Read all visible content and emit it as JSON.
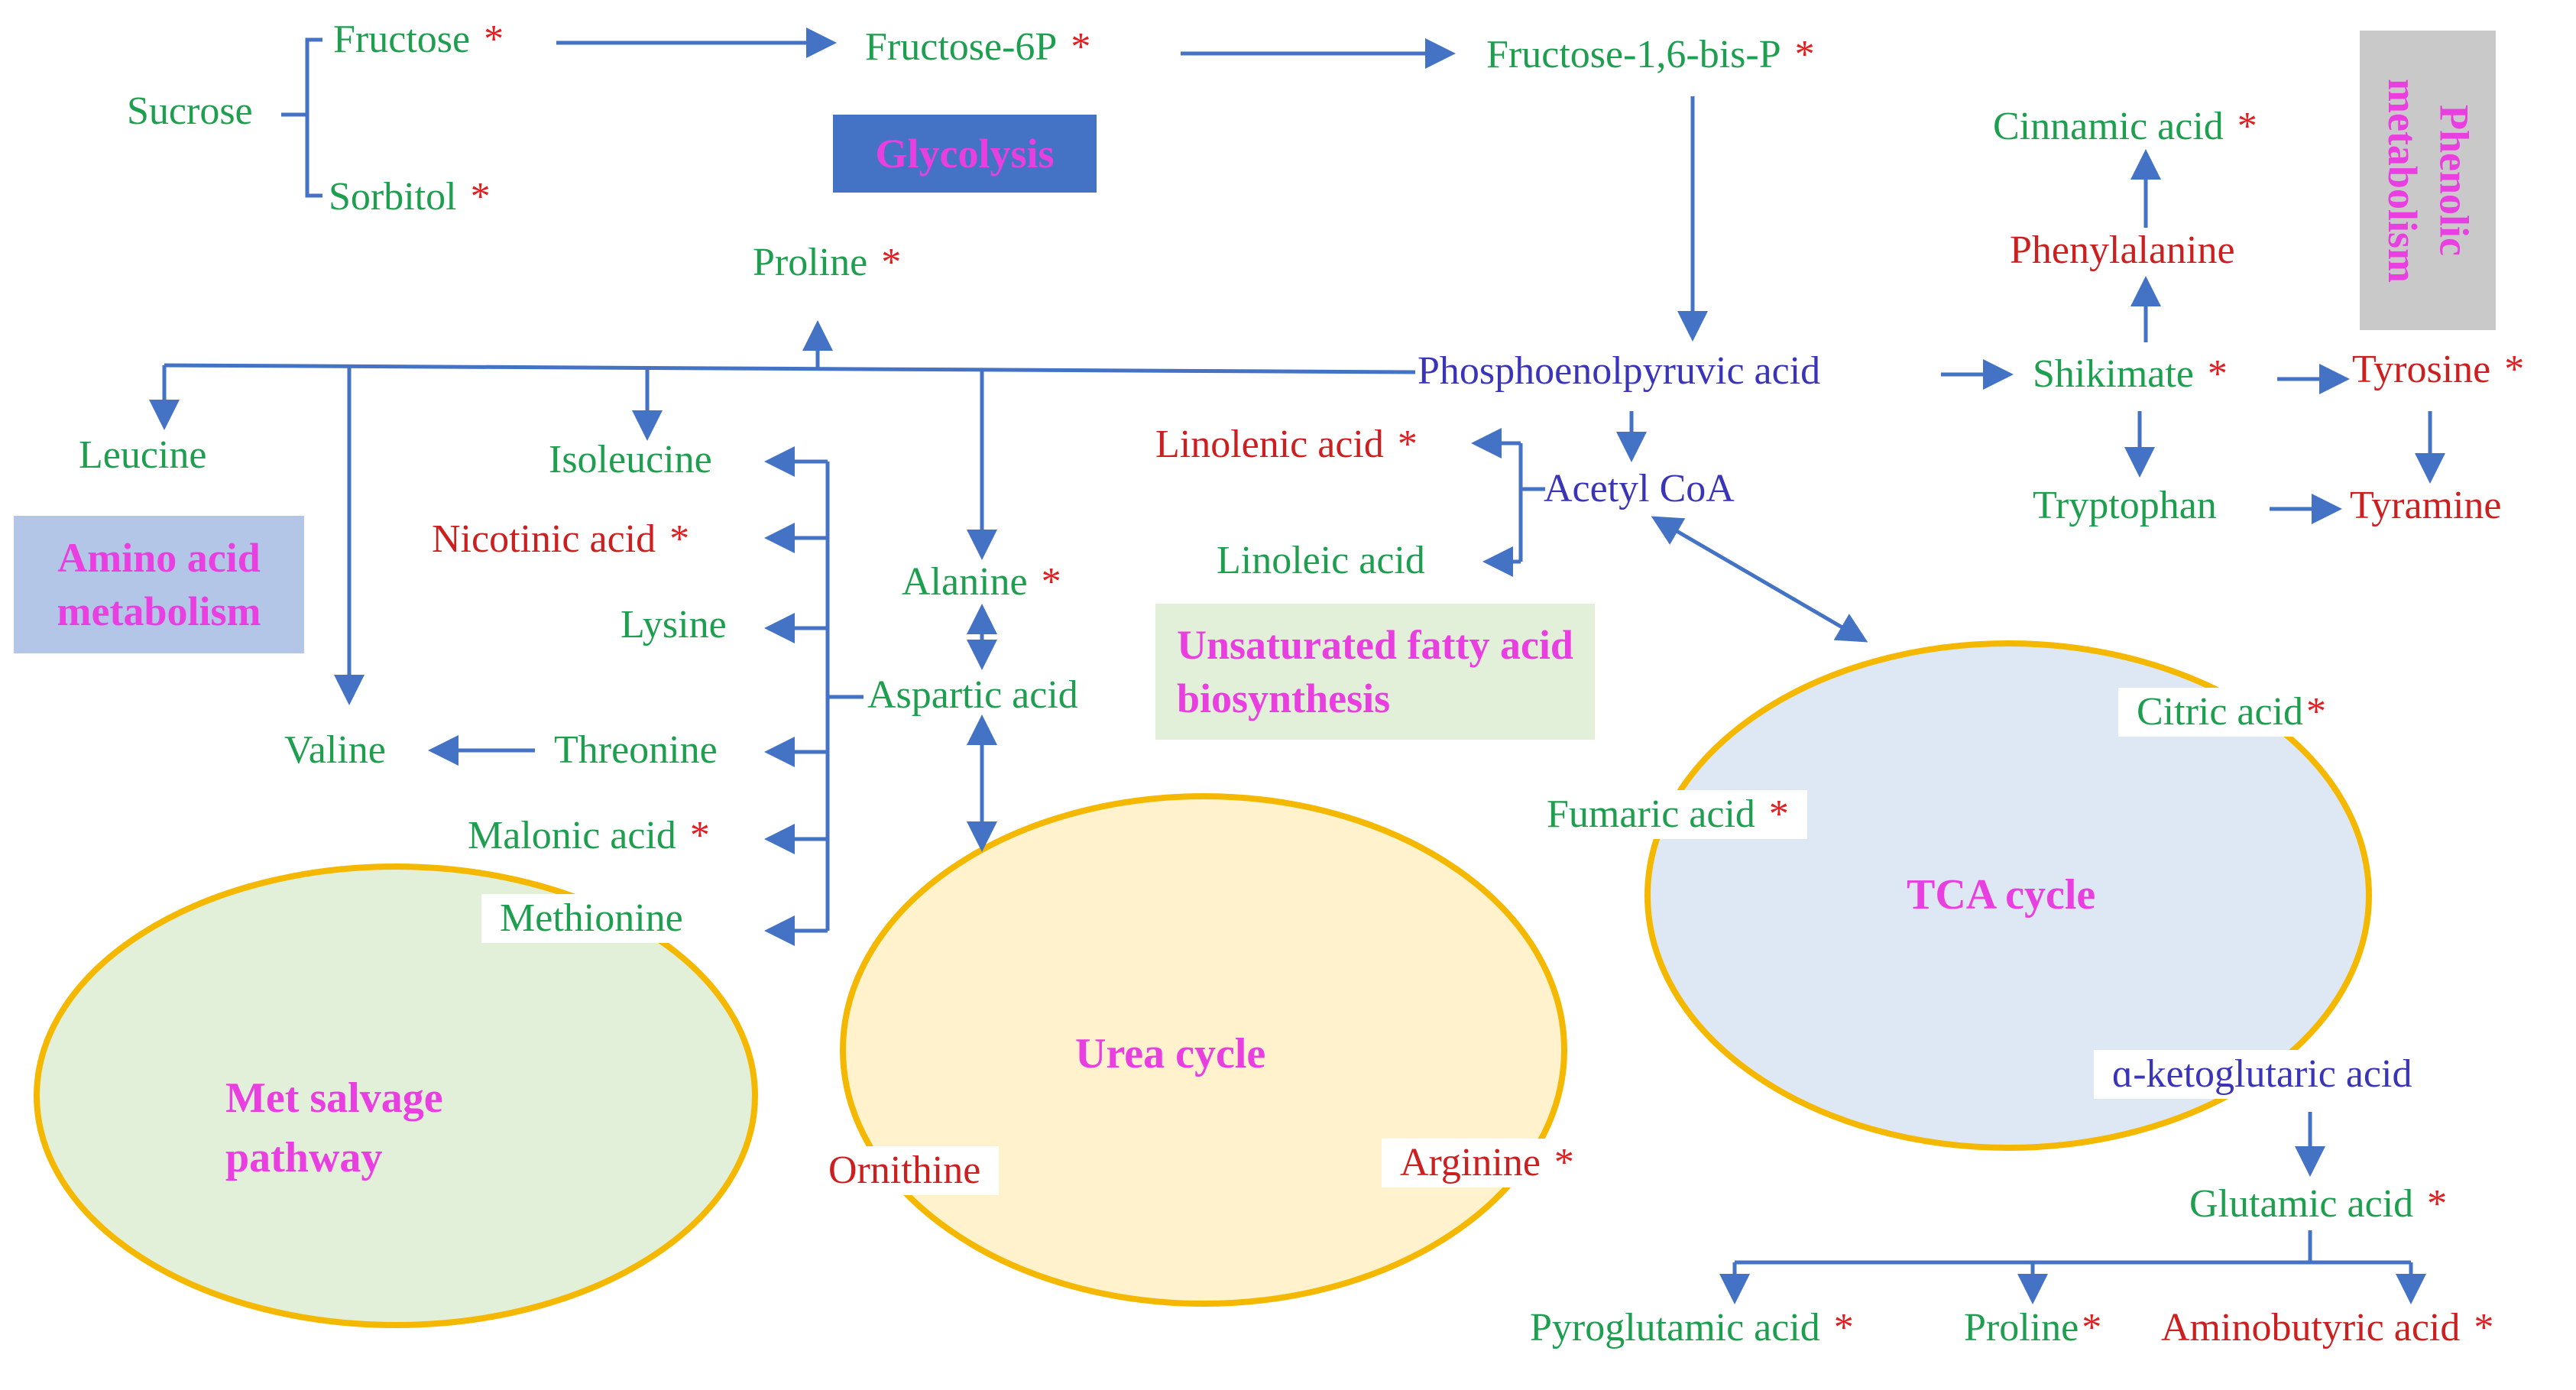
{
  "colors": {
    "arrow": "#4472c4",
    "metabolite_green": "#1e9e4f",
    "metabolite_red": "#cc1f1f",
    "metabolite_blue": "#3a35b8",
    "label_pink": "#ea3fe0",
    "cycle_border": "#f5b800",
    "met_salvage_fill": "#e2efd9",
    "urea_fill": "#fff2cc",
    "tca_fill": "#dde8f4",
    "glycolysis_box": "#4472c4",
    "amino_box": "#b4c6e7",
    "fatty_box": "#e2efd9",
    "phenolic_box": "#c9c9c9"
  },
  "metabolites": {
    "sucrose": "Sucrose",
    "fructose": "Fructose",
    "sorbitol": "Sorbitol",
    "fructose_6p": "Fructose-6P",
    "fructose_16bp": "Fructose-1,6-bis-P",
    "proline": "Proline",
    "pep": "Phosphoenolpyruvic acid",
    "leucine": "Leucine",
    "isoleucine": "Isoleucine",
    "nicotinic_acid": "Nicotinic acid",
    "lysine": "Lysine",
    "threonine": "Threonine",
    "valine": "Valine",
    "malonic_acid": "Malonic acid",
    "methionine": "Methionine",
    "alanine": "Alanine",
    "aspartic_acid": "Aspartic acid",
    "linolenic_acid": "Linolenic acid",
    "acetyl_coa": "Acetyl CoA",
    "linoleic_acid": "Linoleic acid",
    "cinnamic_acid": "Cinnamic acid",
    "phenylalanine": "Phenylalanine",
    "shikimate": "Shikimate",
    "tyrosine": "Tyrosine",
    "tryptophan": "Tryptophan",
    "tyramine": "Tyramine",
    "citric_acid": "Citric acid",
    "fumaric_acid": "Fumaric acid",
    "ketoglutaric_acid": "ɑ-ketoglutaric acid",
    "glutamic_acid": "Glutamic acid",
    "pyroglutamic_acid": "Pyroglutamic acid",
    "proline_2": "Proline",
    "aminobutyric_acid": "Aminobutyric acid",
    "ornithine": "Ornithine",
    "arginine": "Arginine"
  },
  "significance_marker": "*",
  "pathways": {
    "glycolysis": "Glycolysis",
    "amino_acid": "Amino acid metabolism",
    "unsaturated_fatty": "Unsaturated fatty acid biosynthesis",
    "phenolic": "Phenolic metabolism"
  },
  "cycles": {
    "met_salvage": "Met salvage pathway",
    "urea": "Urea cycle",
    "tca": "TCA cycle"
  }
}
